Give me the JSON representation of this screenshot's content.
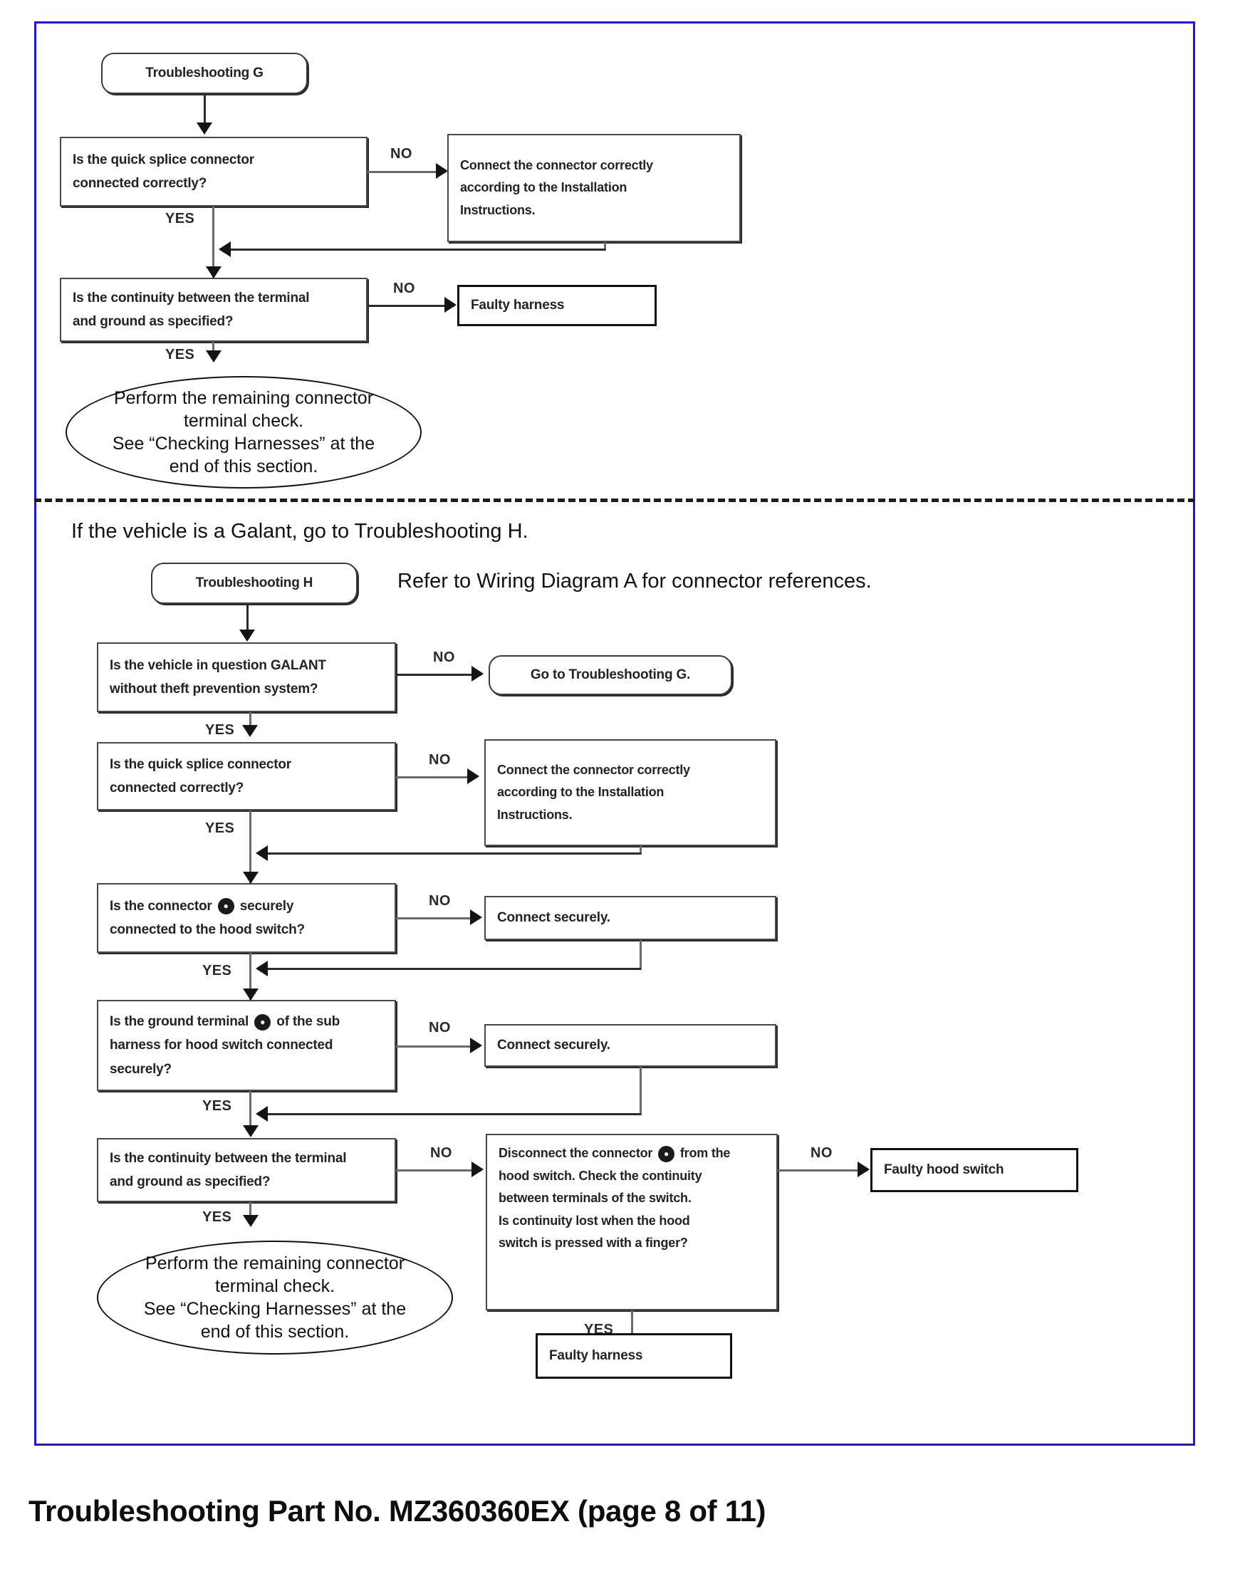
{
  "document": {
    "caption": "Troubleshooting Part No. MZ360360EX (page 8 of 11)",
    "frame_color": "#1a15e8"
  },
  "section_g": {
    "start_node": "Troubleshooting G",
    "q_splice": "Is the quick splice connector\nconnected correctly?",
    "a_connect_correctly": "Connect the connector correctly\naccording to the Installation\nInstructions.",
    "q_continuity": "Is the continuity between the terminal\nand ground as specified?",
    "a_faulty_harness": "Faulty harness",
    "end_node": "Perform the remaining connector\nterminal check.\nSee “Checking Harnesses” at the\nend of this section.",
    "labels": {
      "no1": "NO",
      "yes1": "YES",
      "no2": "NO",
      "yes2": "YES"
    }
  },
  "notes": {
    "galant_note": "If the vehicle is a Galant, go to Troubleshooting H.",
    "wiring_note": "Refer to Wiring Diagram A for connector references."
  },
  "section_h": {
    "start_node": "Troubleshooting H",
    "q_galant": "Is the vehicle in question GALANT\nwithout theft prevention system?",
    "a_goto_g": "Go to Troubleshooting G.",
    "q_splice": "Is the quick splice connector\nconnected correctly?",
    "a_connect_correctly": "Connect the connector correctly\naccording to the Installation\nInstructions.",
    "q_connector_hood_pre": "Is the connector ",
    "q_connector_hood_post": " securely\nconnected to the hood switch?",
    "a_connect_securely_1": "Connect securely.",
    "q_ground_terminal_pre": "Is the ground terminal ",
    "q_ground_terminal_post": " of the sub\nharness for hood switch connected\nsecurely?",
    "a_connect_securely_2": "Connect securely.",
    "q_continuity": "Is the continuity between the terminal\nand ground as specified?",
    "a_disconnect_pre": "Disconnect the connector ",
    "a_disconnect_post": " from the\nhood switch. Check the continuity\nbetween terminals of the switch.\nIs continuity lost when the hood\nswitch is pressed with a finger?",
    "a_faulty_hood_switch": "Faulty hood switch",
    "a_faulty_harness": "Faulty harness",
    "end_node": "Perform the remaining connector\nterminal check.\nSee “Checking Harnesses” at the\nend of this section.",
    "connector_symbol": "●",
    "labels": {
      "no_galant": "NO",
      "yes_galant": "YES",
      "no_splice": "NO",
      "yes_splice": "YES",
      "no_hood": "NO",
      "yes_hood": "YES",
      "no_ground": "NO",
      "yes_ground": "YES",
      "no_continuity": "NO",
      "yes_continuity": "YES",
      "no_switch": "NO",
      "yes_switch": "YES"
    }
  }
}
